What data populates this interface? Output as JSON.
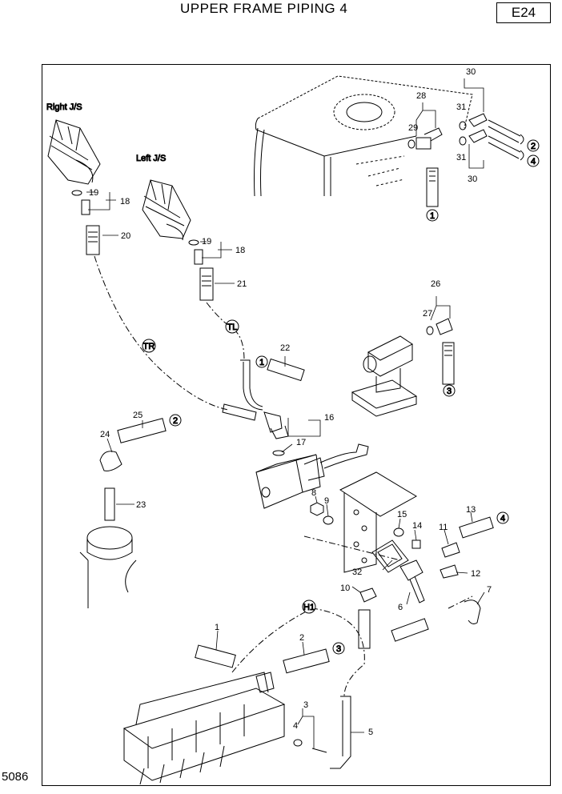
{
  "title": "UPPER FRAME PIPING 4",
  "section_code": "E24",
  "drawing_number": "5086",
  "side_labels": {
    "right_js": "Right J/S",
    "left_js": "Left J/S"
  },
  "hose_tags": [
    "TR",
    "TL",
    "H1"
  ],
  "circled_refs": {
    "r1a": "1",
    "r2a": "2",
    "r4a": "4",
    "r3a": "3",
    "r1b": "1",
    "r2b": "2",
    "r4b": "4",
    "r3b": "3"
  },
  "part_numbers": {
    "p30a": "30",
    "p28": "28",
    "p31a": "31",
    "p29": "29",
    "p31b": "31",
    "p30b": "30",
    "p19a": "19",
    "p18a": "18",
    "p20": "20",
    "p19b": "19",
    "p18b": "18",
    "p21": "21",
    "p26": "26",
    "p27": "27",
    "p22": "22",
    "p16": "16",
    "p17": "17",
    "p25": "25",
    "p24": "24",
    "p23": "23",
    "p8": "8",
    "p9": "9",
    "p15": "15",
    "p14": "14",
    "p13": "13",
    "p11": "11",
    "p12": "12",
    "p32": "32",
    "p10": "10",
    "p6": "6",
    "p7": "7",
    "p1": "1",
    "p2": "2",
    "p3": "3",
    "p4": "4",
    "p5": "5"
  }
}
